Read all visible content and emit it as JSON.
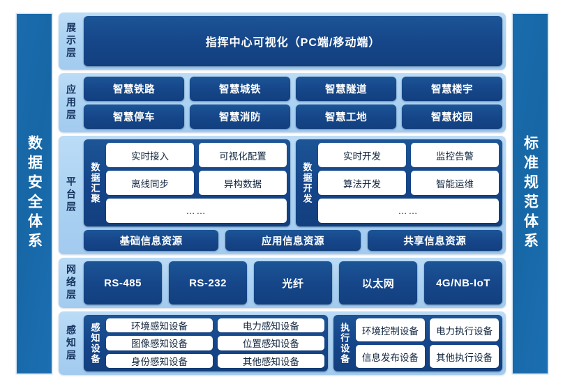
{
  "left_pillar": {
    "label": "数据安全体系"
  },
  "right_pillar": {
    "label": "标准规范体系"
  },
  "layers": {
    "display": {
      "label": "展示层",
      "banner": "指挥中心可视化（PC端/移动端）"
    },
    "application": {
      "label": "应用层",
      "row1": [
        "智慧铁路",
        "智慧城铁",
        "智慧隧道",
        "智慧楼宇"
      ],
      "row2": [
        "智慧停车",
        "智慧消防",
        "智慧工地",
        "智慧校园"
      ]
    },
    "platform": {
      "label": "平台层",
      "group_left": {
        "label": "数据汇聚",
        "row1": [
          "实时接入",
          "可视化配置"
        ],
        "row2": [
          "离线同步",
          "异构数据"
        ],
        "row3": "……"
      },
      "group_right": {
        "label": "数据开发",
        "row1": [
          "实时开发",
          "监控告警"
        ],
        "row2": [
          "算法开发",
          "智能运维"
        ],
        "row3": "……"
      },
      "resources": [
        "基础信息资源",
        "应用信息资源",
        "共享信息资源"
      ]
    },
    "network": {
      "label": "网络层",
      "items": [
        "RS-485",
        "RS-232",
        "光纤",
        "以太网",
        "4G/NB-IoT"
      ]
    },
    "perception": {
      "label": "感知层",
      "group_left": {
        "label": "感知设备",
        "row1": [
          "环境感知设备",
          "电力感知设备"
        ],
        "row2": [
          "图像感知设备",
          "位置感知设备"
        ],
        "row3": [
          "身份感知设备",
          "其他感知设备"
        ]
      },
      "group_right": {
        "label": "执行设备",
        "row1": [
          "环境控制设备",
          "电力执行设备"
        ],
        "row2": [
          "信息发布设备",
          "其他执行设备"
        ]
      }
    }
  },
  "colors": {
    "pillar_blue": "#1a6cad",
    "layer_light_blue": "#a9d1f2",
    "chip_dark_blue": "#16478a",
    "cell_white": "#ffffff",
    "label_navy": "#16335e",
    "page_background": "#ffffff"
  }
}
